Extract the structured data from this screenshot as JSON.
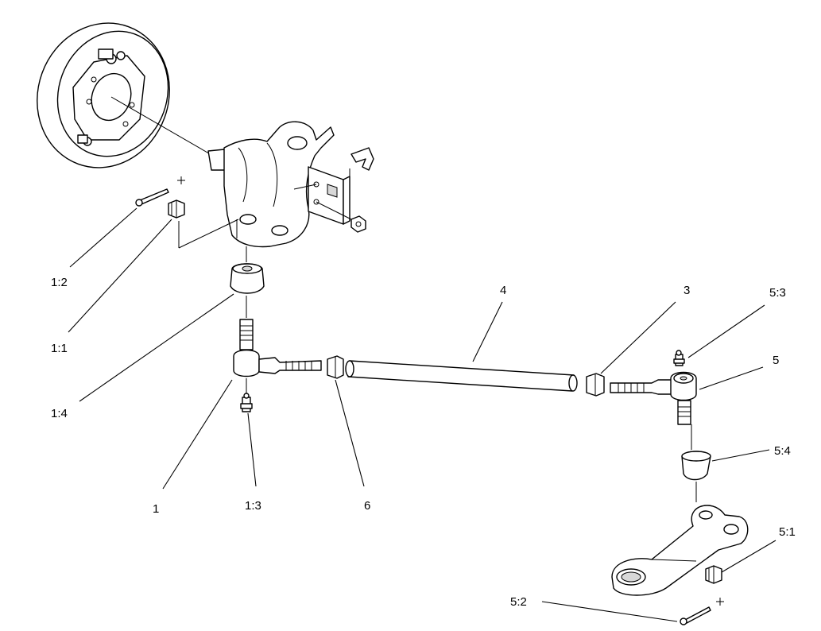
{
  "labels": {
    "l_1_2": "1:2",
    "l_1_1": "1:1",
    "l_1_4": "1:4",
    "l_1": "1",
    "l_1_3": "1:3",
    "l_6": "6",
    "l_4": "4",
    "l_3": "3",
    "l_5_3": "5:3",
    "l_5": "5",
    "l_5_4": "5:4",
    "l_5_1": "5:1",
    "l_5_2": "5:2"
  }
}
